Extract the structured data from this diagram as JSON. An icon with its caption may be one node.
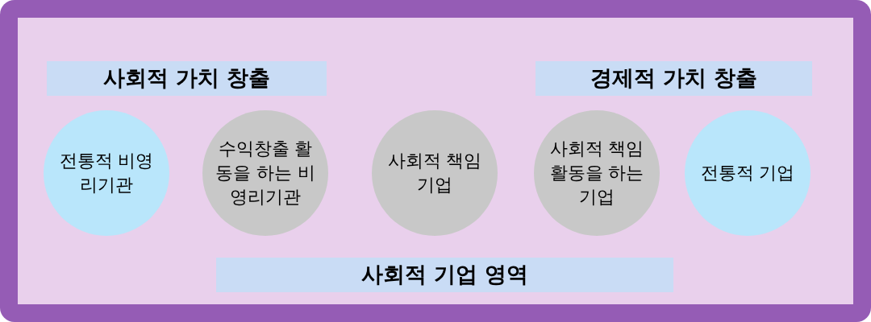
{
  "diagram": {
    "nodes": [
      {
        "text": [
          "사회적 가치 창출"
        ]
      },
      {
        "text": [
          "경제적 가치 창출"
        ]
      },
      {
        "text": [
          "전통적 비영리기관"
        ]
      },
      {
        "text": [
          "수익창출 활동을 하는 비영리기관"
        ]
      },
      {
        "text": [
          "사회적 책임기업"
        ]
      },
      {
        "text": [
          "사회적 책임 활동을 하는 기업"
        ]
      },
      {
        "text": [
          "전통적 기업"
        ]
      },
      {
        "text": [
          "사회적 기업 영역"
        ]
      }
    ]
  }
}
